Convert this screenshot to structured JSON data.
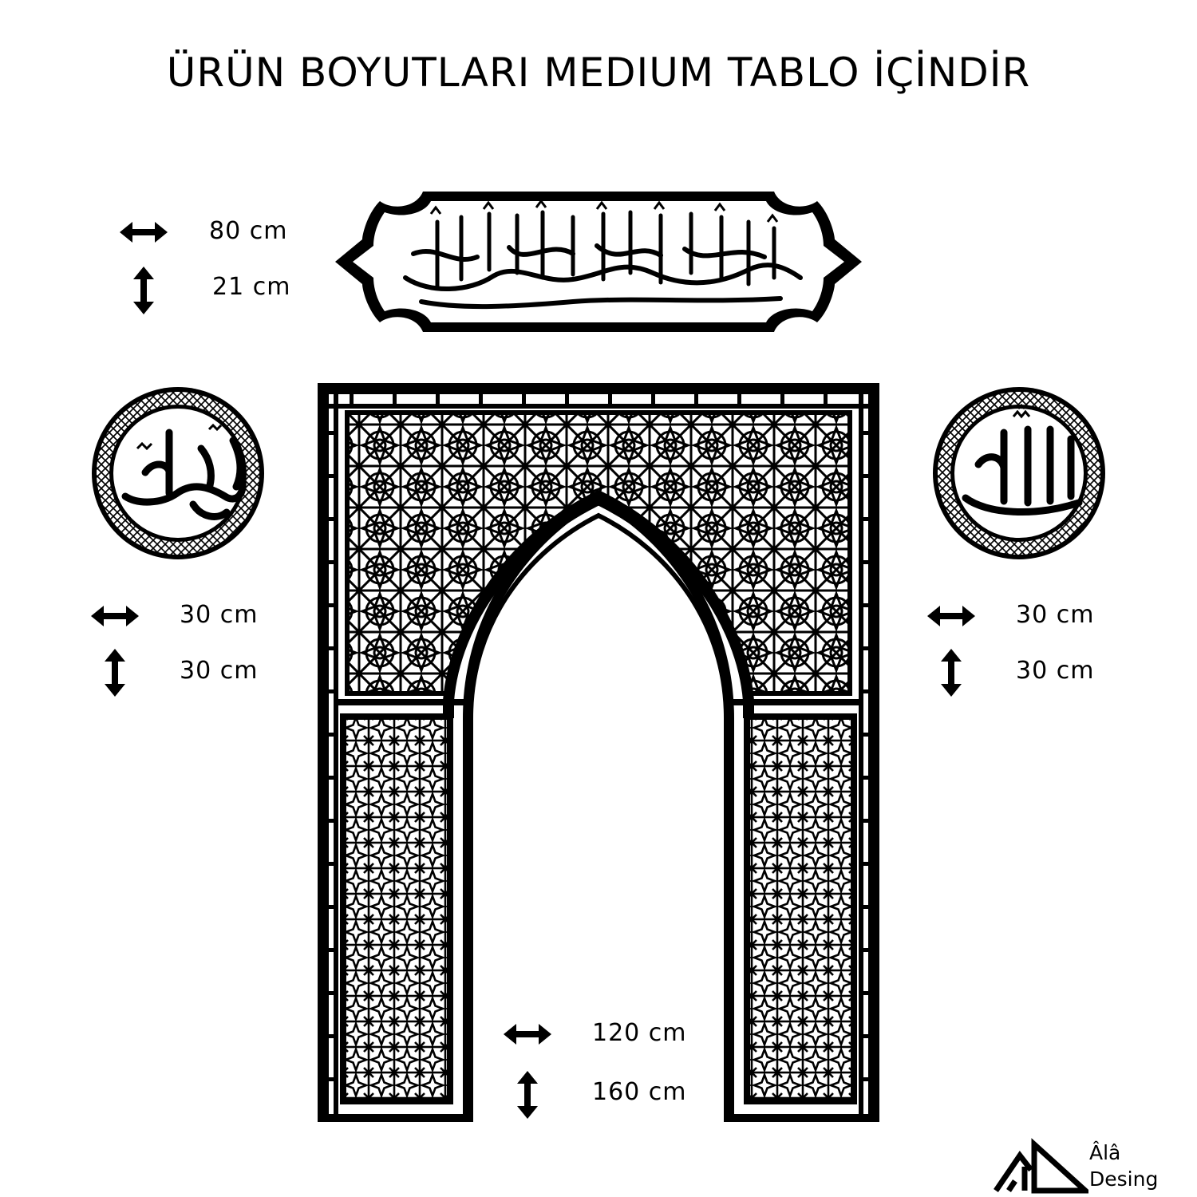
{
  "title": "ÜRÜN BOYUTLARI MEDIUM TABLO İÇİNDİR",
  "colors": {
    "ink": "#000000",
    "background": "#ffffff"
  },
  "icons": [
    "horizontal-arrow-icon",
    "vertical-arrow-icon",
    "brand-logo-icon"
  ],
  "pieces": {
    "banner": {
      "width": "80 cm",
      "height": "21 cm"
    },
    "left_medallion": {
      "width": "30 cm",
      "height": "30 cm"
    },
    "right_medallion": {
      "width": "30 cm",
      "height": "30 cm"
    },
    "arch": {
      "width": "120 cm",
      "height": "160 cm"
    }
  },
  "brand": {
    "line1": "Âlâ",
    "line2": "Desing"
  }
}
